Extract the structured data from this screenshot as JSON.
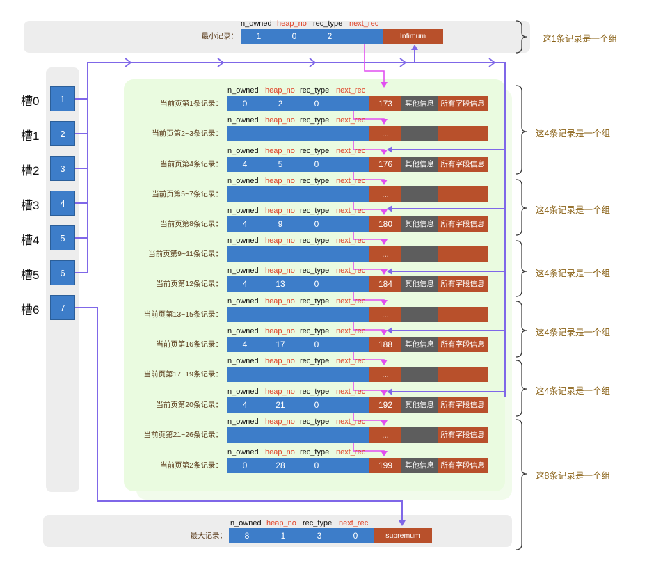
{
  "colors": {
    "blue": "#3d7dc9",
    "orange": "#b8502b",
    "gray": "#5d5d5d",
    "pink": "#e14ff0",
    "purple": "#7f67e8",
    "green_bg": "#eafbe0",
    "group_label": "#8a6217"
  },
  "header_labels": {
    "n_owned": "n_owned",
    "heap_no": "heap_no",
    "rec_type": "rec_type",
    "next_rec": "next_rec"
  },
  "infimum": {
    "label": "最小记录：",
    "n_owned": "1",
    "heap_no": "0",
    "rec_type": "2",
    "name": "Infimum"
  },
  "supremum": {
    "label": "最大记录：",
    "n_owned": "8",
    "heap_no": "1",
    "rec_type": "3",
    "next_rec": "0",
    "name": "supremum"
  },
  "slots": [
    {
      "label": "槽0",
      "value": "1"
    },
    {
      "label": "槽1",
      "value": "2"
    },
    {
      "label": "槽2",
      "value": "3"
    },
    {
      "label": "槽3",
      "value": "4"
    },
    {
      "label": "槽4",
      "value": "5"
    },
    {
      "label": "槽5",
      "value": "6"
    },
    {
      "label": "槽6",
      "value": "7"
    }
  ],
  "records": [
    {
      "label": "当前页第1条记录：",
      "n_owned": "0",
      "heap_no": "2",
      "rec_type": "0",
      "next_rec": "173",
      "other": "其他信息",
      "fields": "所有字段信息"
    },
    {
      "label": "当前页第2~3条记录：",
      "next_rec": "...",
      "placeholder": true
    },
    {
      "label": "当前页第4条记录：",
      "n_owned": "4",
      "heap_no": "5",
      "rec_type": "0",
      "next_rec": "176",
      "other": "其他信息",
      "fields": "所有字段信息"
    },
    {
      "label": "当前页第5~7条记录：",
      "next_rec": "...",
      "placeholder": true
    },
    {
      "label": "当前页第8条记录：",
      "n_owned": "4",
      "heap_no": "9",
      "rec_type": "0",
      "next_rec": "180",
      "other": "其他信息",
      "fields": "所有字段信息"
    },
    {
      "label": "当前页第9~11条记录：",
      "next_rec": "...",
      "placeholder": true
    },
    {
      "label": "当前页第12条记录：",
      "n_owned": "4",
      "heap_no": "13",
      "rec_type": "0",
      "next_rec": "184",
      "other": "其他信息",
      "fields": "所有字段信息"
    },
    {
      "label": "当前页第13~15条记录：",
      "next_rec": "...",
      "placeholder": true
    },
    {
      "label": "当前页第16条记录：",
      "n_owned": "4",
      "heap_no": "17",
      "rec_type": "0",
      "next_rec": "188",
      "other": "其他信息",
      "fields": "所有字段信息"
    },
    {
      "label": "当前页第17~19条记录：",
      "next_rec": "...",
      "placeholder": true
    },
    {
      "label": "当前页第20条记录：",
      "n_owned": "4",
      "heap_no": "21",
      "rec_type": "0",
      "next_rec": "192",
      "other": "其他信息",
      "fields": "所有字段信息"
    },
    {
      "label": "当前页第21~26条记录：",
      "next_rec": "...",
      "fields": "所有字段信息",
      "placeholder": true
    },
    {
      "label": "当前页第2条记录：",
      "n_owned": "0",
      "heap_no": "28",
      "rec_type": "0",
      "next_rec": "199",
      "other": "其他信息",
      "fields": "所有字段信息"
    }
  ],
  "groups": [
    {
      "label": "这1条记录是一个组"
    },
    {
      "label": "这4条记录是一个组"
    },
    {
      "label": "这4条记录是一个组"
    },
    {
      "label": "这4条记录是一个组"
    },
    {
      "label": "这4条记录是一个组"
    },
    {
      "label": "这4条记录是一个组"
    },
    {
      "label": "这8条记录是一个组"
    }
  ]
}
